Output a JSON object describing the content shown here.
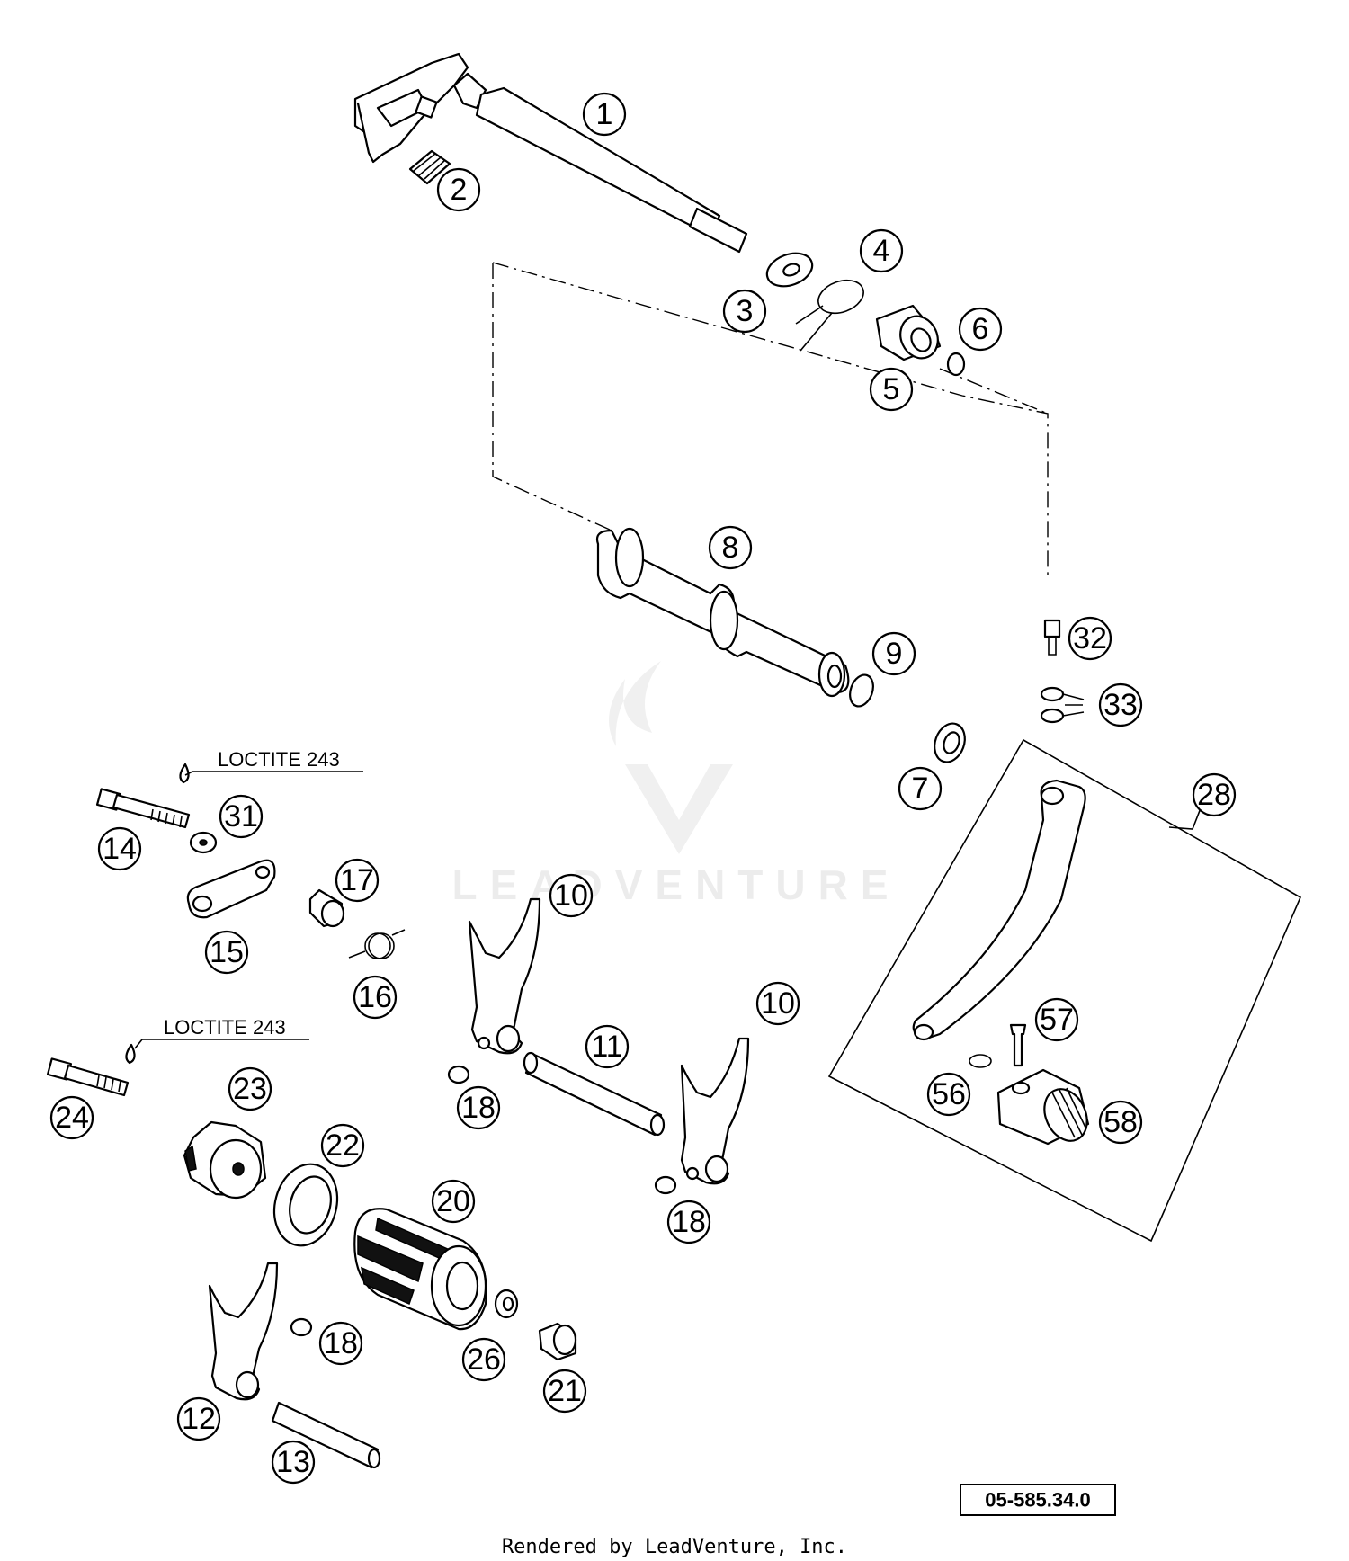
{
  "callouts": {
    "c1": "1",
    "c2": "2",
    "c3": "3",
    "c4": "4",
    "c5": "5",
    "c6": "6",
    "c7": "7",
    "c8": "8",
    "c9": "9",
    "c10a": "10",
    "c10b": "10",
    "c11": "11",
    "c12": "12",
    "c13": "13",
    "c14": "14",
    "c15": "15",
    "c16": "16",
    "c17": "17",
    "c18a": "18",
    "c18b": "18",
    "c18c": "18",
    "c20": "20",
    "c21": "21",
    "c22": "22",
    "c23": "23",
    "c24": "24",
    "c26": "26",
    "c28": "28",
    "c31": "31",
    "c32": "32",
    "c33": "33",
    "c56": "56",
    "c57": "57",
    "c58": "58"
  },
  "notes": {
    "loctite_upper": "LOCTITE 243",
    "loctite_lower": "LOCTITE 243"
  },
  "reference_code": "05-585.34.0",
  "footer": "Rendered by LeadVenture, Inc.",
  "watermark": "LEADVENTURE"
}
